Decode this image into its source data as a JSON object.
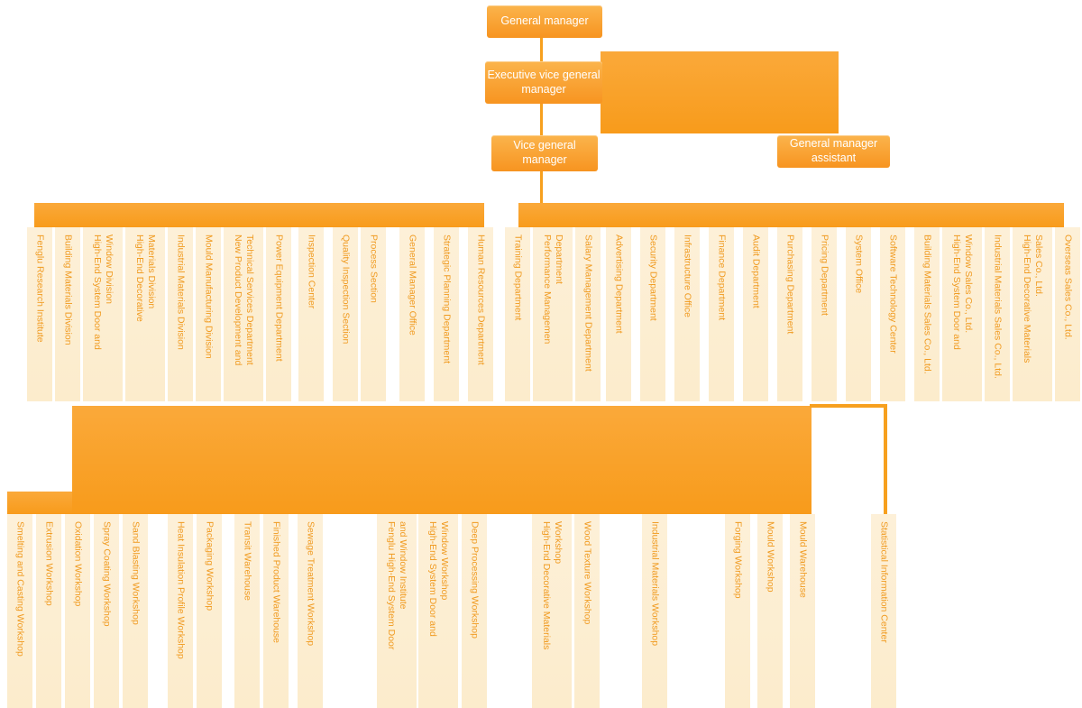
{
  "colors": {
    "accent_orange": "#f89b1b",
    "bar_top": "#faa93a",
    "bar_bottom": "#f89b1b",
    "line": "#f7a01e",
    "node_gradient_top": "#fbb44c",
    "node_gradient_bottom": "#f79420",
    "box_bg_top": "#fdf0d8",
    "box_bg": "#fceccc",
    "box_text": "#f09a1f"
  },
  "nodes": {
    "general_manager": "General manager",
    "executive_vice_general_manager": "Executive vice general manager",
    "vice_general_manager": "Vice general manager",
    "general_manager_assistant": "General manager assistant"
  },
  "level1_left": [
    "Fenglu Research Institute",
    "Building Materials Division",
    "High-End System Door and\nWindow Division",
    "High-End Decorative\nMaterials Division",
    "Industrial Materials Division",
    "Mould Manufacturing Division",
    "New Product Development and\nTechnical Services Department",
    "Power Equipment Department",
    "Inspection Center",
    "Quality Inspection Section",
    "Process Section",
    "General Manager Office",
    "Strategic Planning Department",
    "Human Resources Department"
  ],
  "level1_right": [
    "Training Department",
    "Performance Managemen\nDepartment",
    "Salary Management Department",
    "Advertising Department",
    "Security Department",
    "Infrastructure Office",
    "Finance Department",
    "Audit Department",
    "Purchasing Department",
    "Pricing Department",
    "System Office",
    "Software Technology Center",
    "Building Materials Sales Co., Ltd.",
    "High-End System Door and\nWindow Sales Co., Ltd.",
    "Industrial Materials Sales Co., Ltd.",
    "High-End Decorative Materials\nSales Co., Ltd.",
    "Overseas Sales Co., Ltd."
  ],
  "level2": [
    "Smelting and Casting Workshop",
    "Extrusion Workshop",
    "Oxidation Workshop",
    "Spray Coating Workshop",
    "Sand Blasting Workshop",
    "Heat Insulation Profile Workshop",
    "Packaging Workshop",
    "Transit Warehouse",
    "Finished Product Warehouse",
    "Sewage Treatment Workshop",
    "Fenglu High-End System Door\nand Window Institute",
    "High-End System Door and\nWindow Workshop",
    "Deep Processing Workshop",
    "High-End Decorative Materials\nWorkshop",
    "Wood Texture Workshop",
    "Industrial Materials Workshop",
    "Forging Workshop",
    "Mould Workshop",
    "Mould Warehouse",
    "Statistical Information Center"
  ]
}
